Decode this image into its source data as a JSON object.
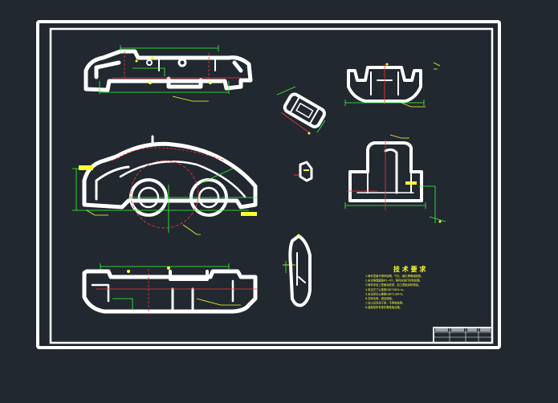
{
  "drawing": {
    "background_color": "#212830",
    "frame_color": "#ffffff",
    "geometry_color": "#ffffff",
    "dimension_color": "#33ff33",
    "annotation_color": "#ffff33",
    "hidden_line_color": "#ff3333"
  },
  "technical_requirements": {
    "title": "技 术 要 求",
    "lines": [
      "1.铸件表面不得有砂眼、气孔、缩孔等铸造缺陷。",
      "2.未注铸造圆角R3~R5，铸件应进行时效处理。",
      "3.铸件非加工表面涂底漆，加工表面涂防锈油。",
      "4.未注尺寸公差按GB/T1804-m。",
      "5.未注形位公差按GB/T1184-K。",
      "6.去除毛刺，锐边倒钝。",
      "7.加工后清洗干净，不得有铁屑。",
      "8.装配前所有零件需检验合格。"
    ]
  },
  "title_block": {
    "cells": [
      "",
      "",
      "",
      "",
      "",
      "",
      "",
      ""
    ]
  }
}
